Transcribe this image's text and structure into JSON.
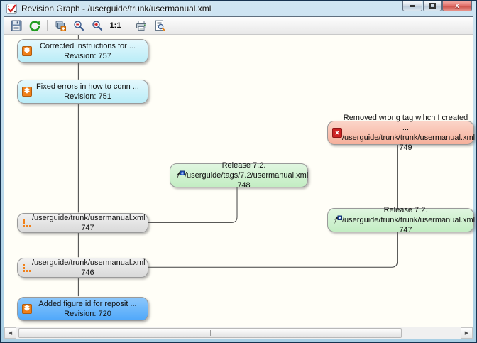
{
  "window": {
    "title": "Revision Graph - /userguide/trunk/usermanual.xml",
    "close_glyph": "x"
  },
  "toolbar": {
    "items": [
      "save",
      "refresh",
      "overview",
      "zoom-out",
      "zoom-in",
      "zoom-100",
      "print",
      "print-preview"
    ],
    "zoom_100_label": "1:1"
  },
  "nodes": [
    {
      "id": "757",
      "type": "modified",
      "color": "#b9ecf7",
      "icon": "modified-icon",
      "line1": "Corrected instructions for ...",
      "line2": "Revision: 757"
    },
    {
      "id": "751",
      "type": "modified",
      "color": "#b9ecf7",
      "icon": "modified-icon",
      "line1": "Fixed errors in how to conn ...",
      "line2": "Revision: 751"
    },
    {
      "id": "749",
      "type": "deleted",
      "color": "#f5b09b",
      "icon": "deleted-icon",
      "line1": "Removed wrong tag wihch I created ...",
      "line2": "/userguide/trunk/trunk/usermanual.xml 749"
    },
    {
      "id": "748",
      "type": "copied",
      "color": "#c3edc3",
      "icon": "added-copy-icon",
      "line1": "Release 7.2.",
      "line2": "/userguide/tags/7.2/usermanual.xml 748"
    },
    {
      "id": "747",
      "type": "branch-point",
      "color": "#d9d9d9",
      "icon": "branch-source-icon",
      "line1": "/userguide/trunk/usermanual.xml 747"
    },
    {
      "id": "747r",
      "type": "copied",
      "color": "#c3edc3",
      "icon": "added-copy-icon",
      "line1": "Release 7.2.",
      "line2": "/userguide/trunk/trunk/usermanual.xml 747"
    },
    {
      "id": "746",
      "type": "branch-point",
      "color": "#d9d9d9",
      "icon": "branch-source-icon",
      "line1": "/userguide/trunk/usermanual.xml 746"
    },
    {
      "id": "720",
      "type": "modified",
      "color": "#4fa8fa",
      "icon": "modified-icon",
      "line1": "Added figure id for reposit ...",
      "line2": "Revision: 720"
    }
  ],
  "edges": [
    {
      "from": "751",
      "to": "757"
    },
    {
      "from": "747",
      "to": "751"
    },
    {
      "from": "746",
      "to": "747"
    },
    {
      "from": "720",
      "to": "746"
    },
    {
      "from": "747",
      "to": "748"
    },
    {
      "from": "746",
      "to": "747r"
    },
    {
      "from": "747r",
      "to": "749"
    }
  ],
  "colors": {
    "modified_node": "#b9ecf7",
    "selected_node": "#4fa8fa",
    "deleted_node": "#f5b09b",
    "copied_node": "#c3edc3",
    "plain_node": "#d9d9d9",
    "edge_line": "#404040",
    "canvas_bg": "#fffef7"
  }
}
